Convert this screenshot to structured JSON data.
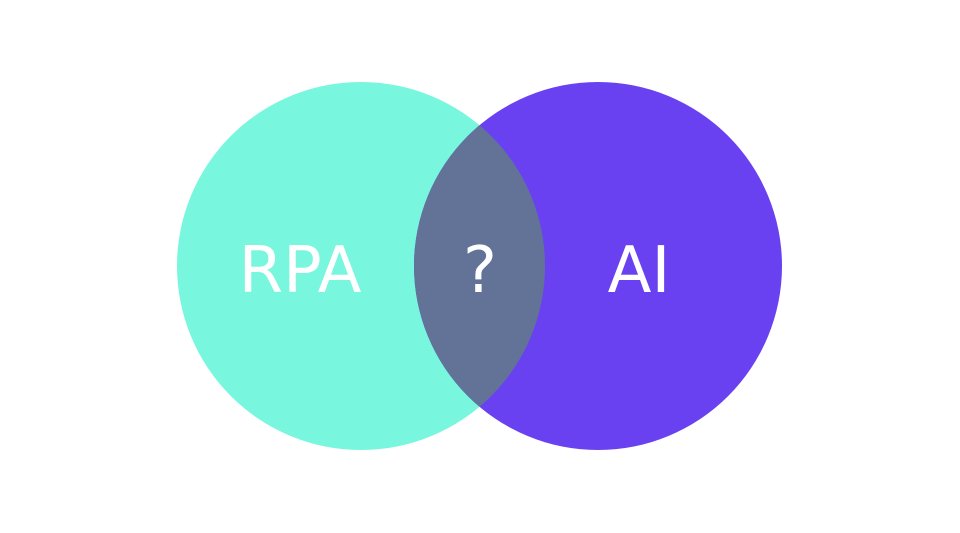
{
  "diagram": {
    "type": "venn",
    "sets": [
      {
        "label": "RPA",
        "color": "#78F6DE"
      },
      {
        "label": "AI",
        "color": "#6941F1"
      }
    ],
    "intersection": {
      "label": "?",
      "color": "#627397"
    },
    "background": "#FFFFFF",
    "text_color": "#FFFFFF"
  }
}
